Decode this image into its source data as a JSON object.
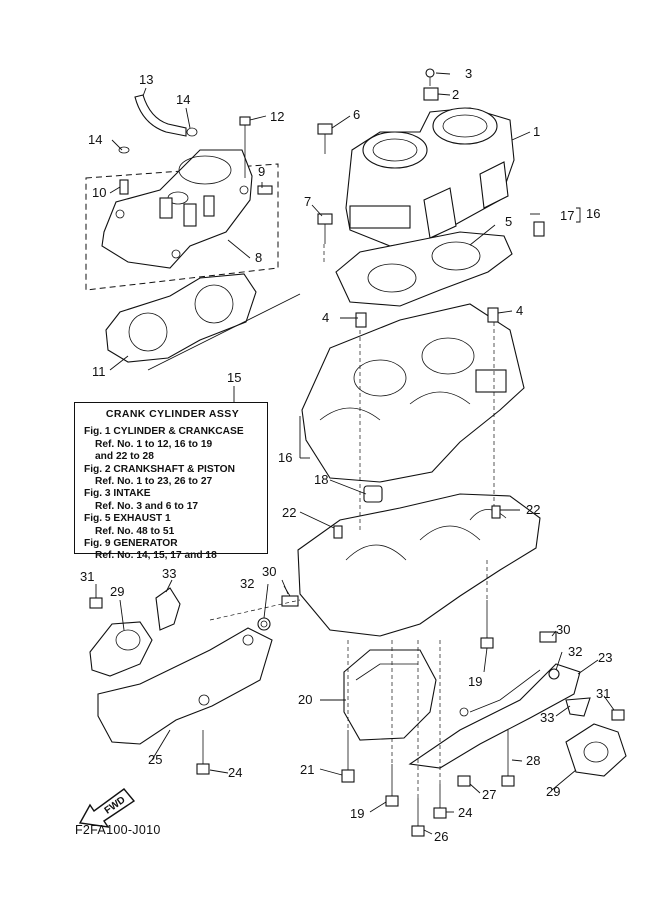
{
  "diagram": {
    "title": "CRANK CYLINDER ASSY",
    "figure_code": "F2FA100-J010",
    "direction_indicator": "FWD",
    "legend": {
      "title": "CRANK  CYLINDER ASSY",
      "lines": [
        {
          "kind": "fig",
          "text": "Fig. 1 CYLINDER & CRANKCASE"
        },
        {
          "kind": "ref",
          "text": "Ref. No. 1 to 12, 16 to 19"
        },
        {
          "kind": "ref",
          "text": "and 22 to 28"
        },
        {
          "kind": "fig",
          "text": "Fig. 2 CRANKSHAFT & PISTON"
        },
        {
          "kind": "ref",
          "text": "Ref. No. 1 to 23, 26 to 27"
        },
        {
          "kind": "fig",
          "text": "Fig. 3 INTAKE"
        },
        {
          "kind": "ref",
          "text": "Ref. No. 3 and 6 to 17"
        },
        {
          "kind": "fig",
          "text": "Fig. 5 EXHAUST 1"
        },
        {
          "kind": "ref",
          "text": "Ref. No. 48 to 51"
        },
        {
          "kind": "fig",
          "text": "Fig. 9 GENERATOR"
        },
        {
          "kind": "ref",
          "text": "Ref. No. 14, 15, 17 and 18"
        }
      ]
    },
    "callouts": [
      {
        "id": "c1",
        "label": "1"
      },
      {
        "id": "c2",
        "label": "2"
      },
      {
        "id": "c3",
        "label": "3"
      },
      {
        "id": "c4a",
        "label": "4"
      },
      {
        "id": "c4b",
        "label": "4"
      },
      {
        "id": "c5",
        "label": "5"
      },
      {
        "id": "c6",
        "label": "6"
      },
      {
        "id": "c7",
        "label": "7"
      },
      {
        "id": "c8",
        "label": "8"
      },
      {
        "id": "c9",
        "label": "9"
      },
      {
        "id": "c10",
        "label": "10"
      },
      {
        "id": "c11",
        "label": "11"
      },
      {
        "id": "c12",
        "label": "12"
      },
      {
        "id": "c13",
        "label": "13"
      },
      {
        "id": "c14a",
        "label": "14"
      },
      {
        "id": "c14b",
        "label": "14"
      },
      {
        "id": "c15",
        "label": "15"
      },
      {
        "id": "c16a",
        "label": "16"
      },
      {
        "id": "c16b",
        "label": "16"
      },
      {
        "id": "c17",
        "label": "17"
      },
      {
        "id": "c18",
        "label": "18"
      },
      {
        "id": "c19a",
        "label": "19"
      },
      {
        "id": "c19b",
        "label": "19"
      },
      {
        "id": "c20",
        "label": "20"
      },
      {
        "id": "c21",
        "label": "21"
      },
      {
        "id": "c22a",
        "label": "22"
      },
      {
        "id": "c22b",
        "label": "22"
      },
      {
        "id": "c23",
        "label": "23"
      },
      {
        "id": "c24a",
        "label": "24"
      },
      {
        "id": "c24b",
        "label": "24"
      },
      {
        "id": "c25",
        "label": "25"
      },
      {
        "id": "c26",
        "label": "26"
      },
      {
        "id": "c27",
        "label": "27"
      },
      {
        "id": "c28",
        "label": "28"
      },
      {
        "id": "c29a",
        "label": "29"
      },
      {
        "id": "c29b",
        "label": "29"
      },
      {
        "id": "c30a",
        "label": "30"
      },
      {
        "id": "c30b",
        "label": "30"
      },
      {
        "id": "c31a",
        "label": "31"
      },
      {
        "id": "c31b",
        "label": "31"
      },
      {
        "id": "c32a",
        "label": "32"
      },
      {
        "id": "c32b",
        "label": "32"
      },
      {
        "id": "c33a",
        "label": "33"
      },
      {
        "id": "c33b",
        "label": "33"
      }
    ]
  }
}
